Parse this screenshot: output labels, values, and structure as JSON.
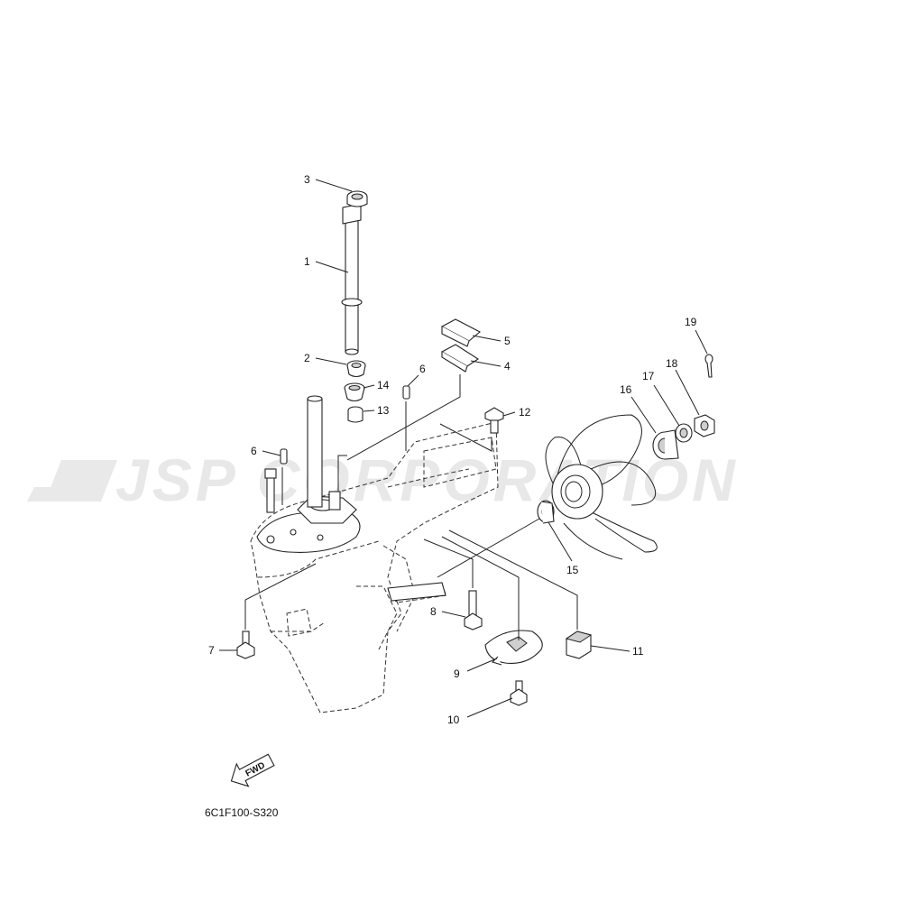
{
  "watermark": {
    "text": "JSP CORPORATION",
    "color": "#e6e6e6"
  },
  "diagram_code": "6C1F100-S320",
  "direction_badge": {
    "text": "FWD",
    "icon": "arrow-left-icon"
  },
  "callouts": {
    "c1": "1",
    "c2": "2",
    "c3": "3",
    "c4": "4",
    "c5": "5",
    "c6a": "6",
    "c6b": "6",
    "c7": "7",
    "c8": "8",
    "c9": "9",
    "c10": "10",
    "c11": "11",
    "c12": "12",
    "c13": "13",
    "c14": "14",
    "c15": "15",
    "c16": "16",
    "c17": "17",
    "c18": "18",
    "c19": "19"
  }
}
